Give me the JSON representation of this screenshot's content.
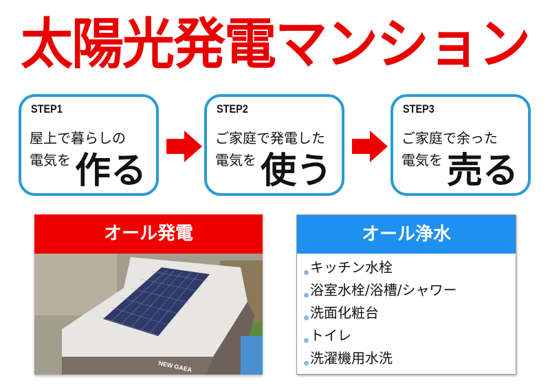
{
  "title": "太陽光発電マンション",
  "steps": [
    {
      "label": "STEP1",
      "line1": "屋上で暮らしの",
      "line2": "電気を",
      "verb": "作る"
    },
    {
      "label": "STEP2",
      "line1": "ご家庭で発電した",
      "line2": "電気を",
      "verb": "使う"
    },
    {
      "label": "STEP3",
      "line1": "ご家庭で余った",
      "line2": "電気を",
      "verb": "売る"
    }
  ],
  "left_panel": {
    "header": "オール発電",
    "photo_sign": "NEW GAEA",
    "header_color": "#ee0000"
  },
  "right_panel": {
    "header": "オール浄水",
    "header_color": "#1e90ef",
    "items": [
      "キッチン水栓",
      "浴室水栓/浴槽/シャワー",
      "洗面化粧台",
      "トイレ",
      "洗濯機用水洗"
    ]
  },
  "colors": {
    "title": "#e80000",
    "step_border": "#2b9bd3",
    "arrow": "#ee0000"
  }
}
